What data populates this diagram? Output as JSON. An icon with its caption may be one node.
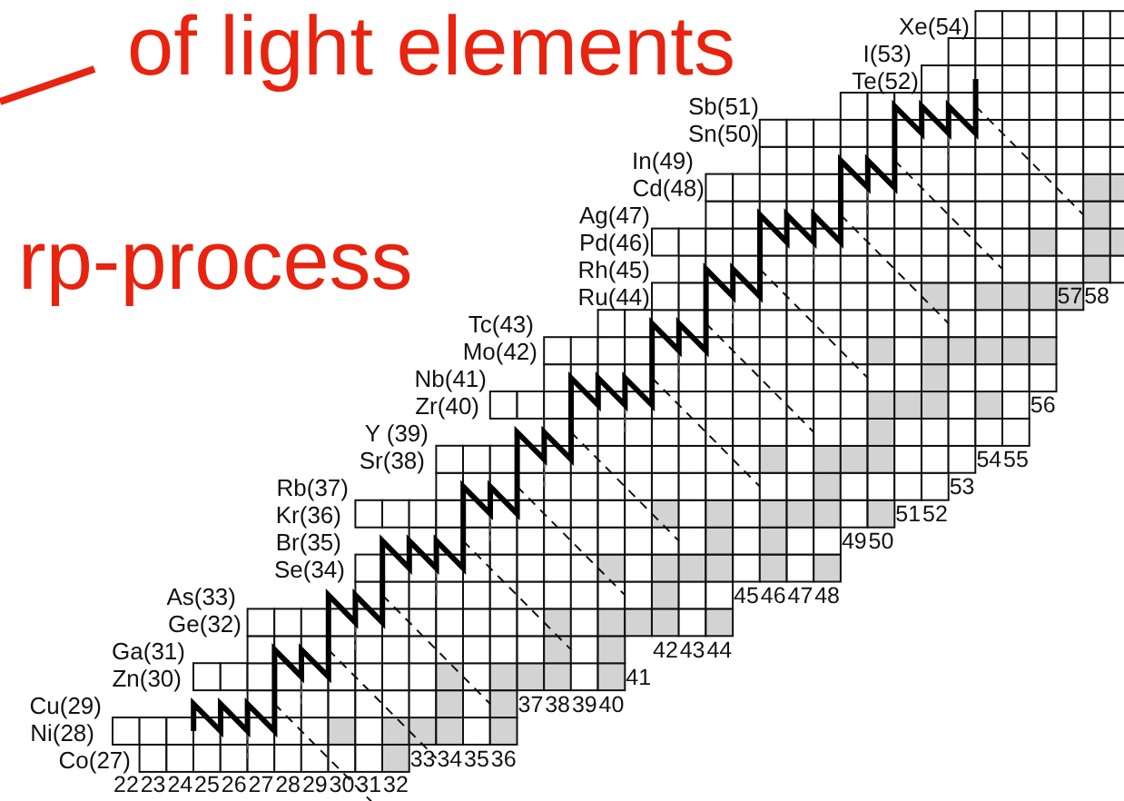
{
  "diagram": {
    "labels": [
      "of light elements",
      "Xe(54)",
      "I(53)",
      "Te(52)",
      "Sb(51)",
      "Sn(50)",
      "In(49)",
      "Cd(48)",
      "Ag(47)",
      "rp-process",
      "Pd(46)",
      "Rh(45)",
      "Ru(44)",
      "57",
      "58",
      "Tc(43)",
      "Mo(42)",
      "Nb(41)",
      "Zr(40)",
      "56",
      "Y (39)",
      "Sr(38)",
      "54",
      "55",
      "Rb(37)",
      "53",
      "Kr(36)",
      "51",
      "52",
      "Br(35)",
      "49",
      "50",
      "Se(34)",
      "As(33)",
      "45",
      "46",
      "47",
      "48",
      "Ge(32)",
      "Ga(31)",
      "42",
      "43",
      "44",
      "Zn(30)",
      "41",
      "Cu(29)",
      "37",
      "38",
      "39",
      "40",
      "Ni(28)",
      "Co(27)",
      "33",
      "34",
      "35",
      "36",
      "22",
      "23",
      "24",
      "25",
      "26",
      "27",
      "28",
      "29",
      "30",
      "31",
      "32"
    ]
  }
}
